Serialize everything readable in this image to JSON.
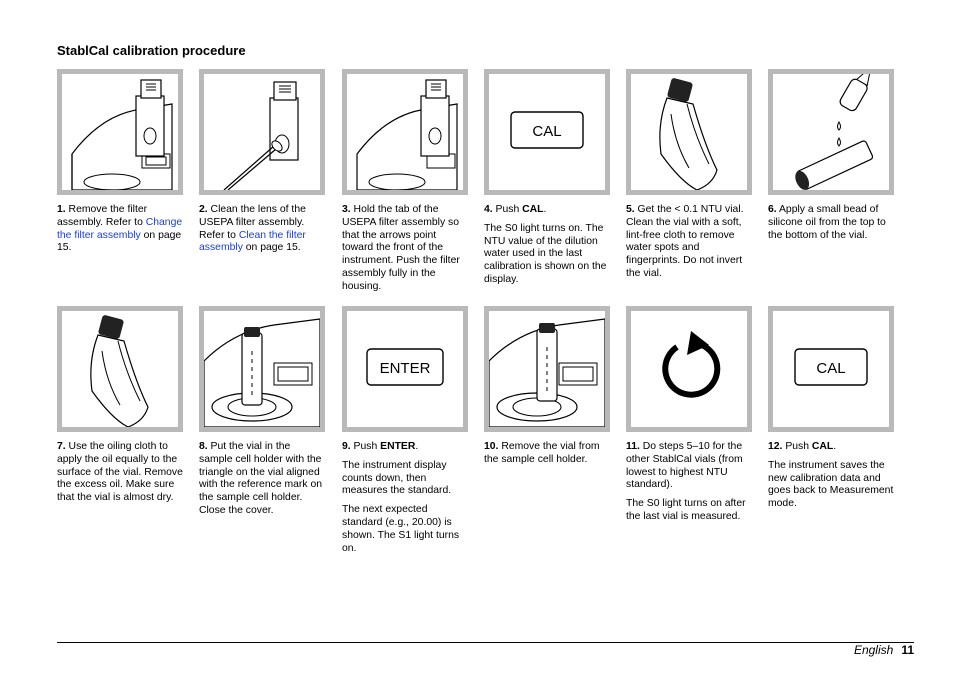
{
  "title": "StablCal calibration procedure",
  "steps": [
    {
      "num": "1.",
      "t1": " Remove the filter assembly. Refer to ",
      "link": "Change the filter assembly",
      "t2": " on page 15."
    },
    {
      "num": "2.",
      "t1": " Clean the lens of the USEPA filter assembly. Refer to ",
      "link": "Clean the filter assembly",
      "t2": " on page 15."
    },
    {
      "num": "3.",
      "t1": " Hold the tab of the USEPA filter assembly so that the arrows point toward the front of the instrument. Push the filter assembly fully in the housing."
    },
    {
      "num": "4.",
      "t1": " Push ",
      "bold": "CAL",
      "t2": ".",
      "p2": "The S0 light turns on. The NTU value of the dilution water used in the last calibration is shown on the display."
    },
    {
      "num": "5.",
      "t1": " Get the < 0.1 NTU vial. Clean the vial with a soft, lint-free cloth to remove water spots and fingerprints. Do not invert the vial."
    },
    {
      "num": "6.",
      "t1": " Apply a small bead of silicone oil from the top to the bottom of the vial."
    },
    {
      "num": "7.",
      "t1": " Use the oiling cloth to apply the oil equally to the surface of the vial. Remove the excess oil. Make sure that the vial is almost dry."
    },
    {
      "num": "8.",
      "t1": " Put the vial in the sample cell holder with the triangle on the vial aligned with the reference mark on the sample cell holder. Close the cover."
    },
    {
      "num": "9.",
      "t1": " Push ",
      "bold": "ENTER",
      "t2": ".",
      "p2": "The instrument display counts down, then measures the standard.",
      "p3": "The next expected standard (e.g., 20.00) is shown. The S1 light turns on."
    },
    {
      "num": "10.",
      "t1": " Remove the vial from the sample cell holder."
    },
    {
      "num": "11.",
      "t1": " Do steps 5–10 for the other StablCal vials (from lowest to highest NTU standard).",
      "p2": "The S0 light turns on after the last vial is measured."
    },
    {
      "num": "12.",
      "t1": " Push ",
      "bold": "CAL",
      "t2": ".",
      "p2": "The instrument saves the new calibration data and goes back to Measurement mode."
    }
  ],
  "buttons": {
    "cal": "CAL",
    "enter": "ENTER"
  },
  "footer": {
    "language": "English",
    "page": "11"
  }
}
